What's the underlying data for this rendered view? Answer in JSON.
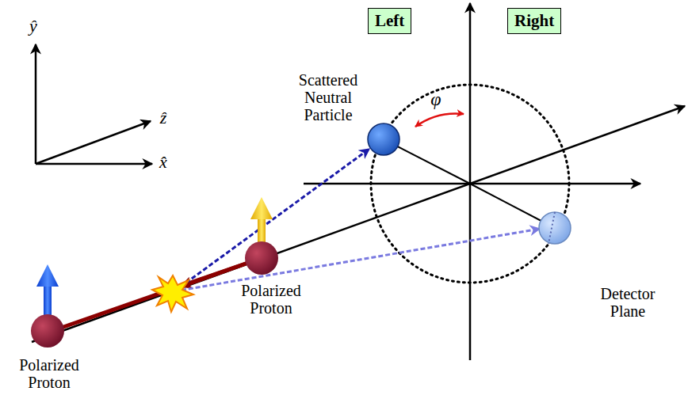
{
  "diagram": {
    "nodes": [
      {
        "text": [
          "Left"
        ]
      },
      {
        "text": [
          "Right"
        ]
      }
    ],
    "labels": [
      "ŷ",
      "ẑ",
      "x̂",
      "Scattered Neutral Particle",
      "φ",
      "Polarized Proton",
      "Polarized Proton",
      "Detector Plane"
    ]
  }
}
